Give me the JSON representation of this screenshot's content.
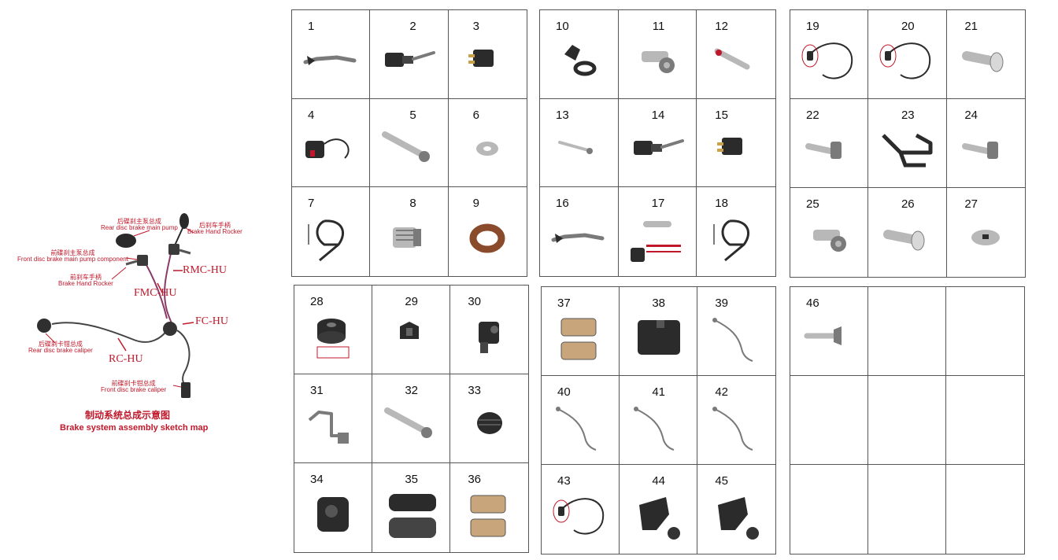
{
  "sketch": {
    "labels": {
      "rear_pump_cn": "后碟刹主泵总成",
      "rear_pump_en": "Rear disc brake main pump",
      "rear_rocker_cn": "后刹车手柄",
      "rear_rocker_en": "Brake Hand Rocker",
      "front_pump_cn": "前碟刹主泵总成",
      "front_pump_en": "Front disc brake main pump component",
      "front_rocker_cn": "前刹车手柄",
      "front_rocker_en": "Brake Hand Rocker",
      "rmc": "RMC-HU",
      "fmc": "FMC-HU",
      "fc": "FC-HU",
      "rc": "RC-HU",
      "rear_caliper_cn": "后碟刹卡钳总成",
      "rear_caliper_en": "Rear disc brake caliper",
      "front_caliper_cn": "前碟刹卡钳总成",
      "front_caliper_en": "Front disc brake caliper"
    },
    "title_cn": "制动系统总成示意图",
    "title_en": "Brake system assembly sketch map",
    "colors": {
      "label": "#c0182a",
      "hose": "#8a3a66",
      "part": "#2a2a2a"
    }
  },
  "panels": [
    {
      "parts": [
        {
          "num": "1",
          "icon": "brake-lever-icon"
        },
        {
          "num": "2",
          "icon": "master-cylinder-icon"
        },
        {
          "num": "3",
          "icon": "brake-switch-icon"
        },
        {
          "num": "4",
          "icon": "switch-harness-icon"
        },
        {
          "num": "5",
          "icon": "pin-bolt-icon"
        },
        {
          "num": "6",
          "icon": "washer-icon"
        },
        {
          "num": "7",
          "icon": "mirror-icon"
        },
        {
          "num": "8",
          "icon": "banjo-bolt-icon"
        },
        {
          "num": "9",
          "icon": "copper-seal-icon"
        }
      ]
    },
    {
      "parts": [
        {
          "num": "10",
          "icon": "reservoir-cap-icon"
        },
        {
          "num": "11",
          "icon": "banjo-fitting-icon"
        },
        {
          "num": "12",
          "icon": "bleed-screw-icon"
        },
        {
          "num": "13",
          "icon": "small-bolt-icon"
        },
        {
          "num": "14",
          "icon": "master-cylinder-icon"
        },
        {
          "num": "15",
          "icon": "brake-switch-icon"
        },
        {
          "num": "16",
          "icon": "brake-lever-icon"
        },
        {
          "num": "17",
          "icon": "pivot-pin-icon"
        },
        {
          "num": "18",
          "icon": "mirror-icon"
        }
      ]
    },
    {
      "parts": [
        {
          "num": "19",
          "icon": "sensor-cable-icon"
        },
        {
          "num": "20",
          "icon": "sensor-cable-icon"
        },
        {
          "num": "21",
          "icon": "button-screw-icon"
        },
        {
          "num": "22",
          "icon": "flange-bolt-icon"
        },
        {
          "num": "23",
          "icon": "bracket-icon"
        },
        {
          "num": "24",
          "icon": "flange-bolt-icon"
        },
        {
          "num": "25",
          "icon": "banjo-fitting-icon"
        },
        {
          "num": "26",
          "icon": "button-screw-icon"
        },
        {
          "num": "27",
          "icon": "flat-screw-icon"
        }
      ]
    },
    {
      "parts": [
        {
          "num": "28",
          "icon": "grommet-icon"
        },
        {
          "num": "29",
          "icon": "clip-icon"
        },
        {
          "num": "30",
          "icon": "hose-clamp-icon"
        },
        {
          "num": "31",
          "icon": "wire-bracket-icon"
        },
        {
          "num": "32",
          "icon": "long-bolt-icon"
        },
        {
          "num": "33",
          "icon": "rubber-plug-icon"
        },
        {
          "num": "34",
          "icon": "caliper-icon"
        },
        {
          "num": "35",
          "icon": "four-piston-caliper-icon"
        },
        {
          "num": "36",
          "icon": "brake-pads-icon"
        }
      ]
    },
    {
      "parts": [
        {
          "num": "37",
          "icon": "brake-pads-icon"
        },
        {
          "num": "38",
          "icon": "pad-cover-icon"
        },
        {
          "num": "39",
          "icon": "brake-hose-icon"
        },
        {
          "num": "40",
          "icon": "brake-hose-icon"
        },
        {
          "num": "41",
          "icon": "brake-hose-icon"
        },
        {
          "num": "42",
          "icon": "brake-hose-icon"
        },
        {
          "num": "43",
          "icon": "sensor-cable-icon"
        },
        {
          "num": "44",
          "icon": "boot-cover-icon"
        },
        {
          "num": "45",
          "icon": "boot-cover-icon"
        }
      ]
    },
    {
      "parts": [
        {
          "num": "46",
          "icon": "countersunk-screw-icon"
        },
        {
          "num": "",
          "icon": ""
        },
        {
          "num": "",
          "icon": ""
        },
        {
          "num": "",
          "icon": ""
        },
        {
          "num": "",
          "icon": ""
        },
        {
          "num": "",
          "icon": ""
        },
        {
          "num": "",
          "icon": ""
        },
        {
          "num": "",
          "icon": ""
        },
        {
          "num": "",
          "icon": ""
        }
      ]
    }
  ]
}
